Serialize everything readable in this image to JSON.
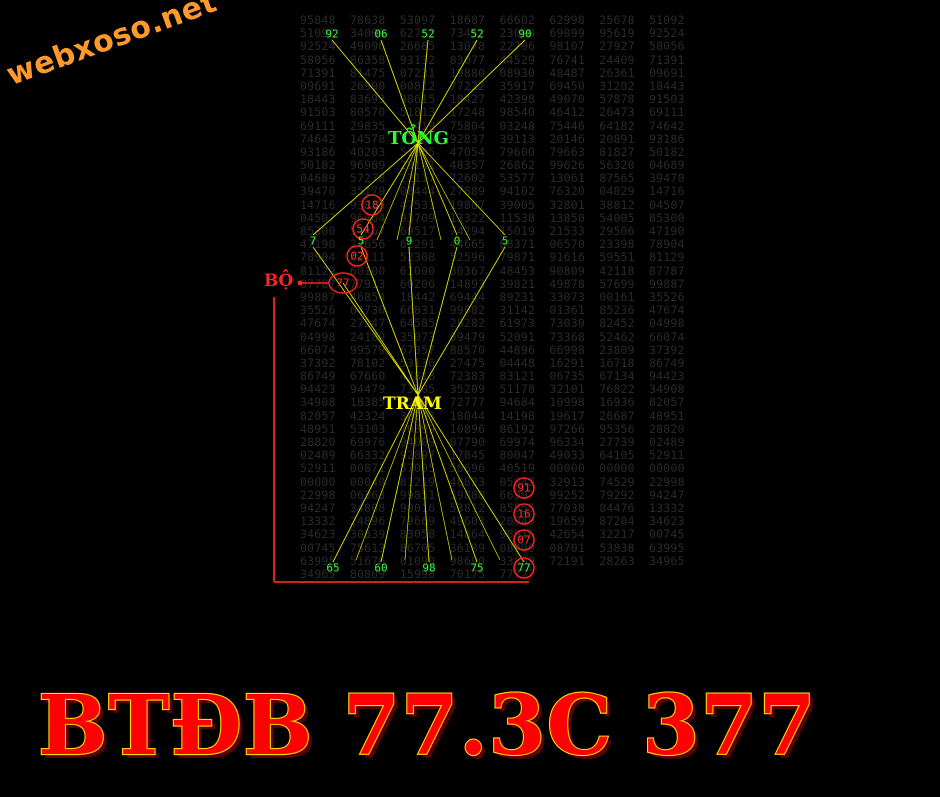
{
  "watermark": "webxoso.net",
  "labels": {
    "tong": "TỔNG",
    "tram": "TRAM",
    "bo": "BỘ"
  },
  "banner": "BTĐB 77.3C 377",
  "colors": {
    "grid_text": "#2a2a2a",
    "top_numbers": "#33ff33",
    "circle_marks": "#ff2020",
    "tong_label": "#22ff33",
    "tram_label": "#ffff00",
    "lines": "#e6e600",
    "banner_fill": "#ff0000",
    "banner_outline": "#ffd800",
    "watermark": "#ff9a2a"
  },
  "top_numbers": [
    "92",
    "06",
    "52",
    "52",
    "90"
  ],
  "middle_numbers": [
    "7",
    "5",
    "9",
    "0",
    "5"
  ],
  "bottom_numbers": [
    "65",
    "60",
    "98",
    "75",
    "77"
  ],
  "left_circles": [
    "18",
    "54",
    "02",
    "77"
  ],
  "right_circles": [
    "91",
    "16",
    "07"
  ],
  "grid_rows": [
    [
      "95848",
      "78638",
      "53097",
      "18687",
      "66602",
      "62998",
      "25678",
      "51092"
    ],
    [
      "51092",
      "34006",
      "62752",
      "73452",
      "23090",
      "69099",
      "95619",
      "92524"
    ],
    [
      "92524",
      "49096",
      "26685",
      "13078",
      "22796",
      "98107",
      "27927",
      "58056"
    ],
    [
      "58056",
      "86358",
      "93132",
      "83077",
      "44529",
      "76741",
      "24409",
      "71391"
    ],
    [
      "71391",
      "81475",
      "07231",
      "19880",
      "08930",
      "48487",
      "26361",
      "09691"
    ],
    [
      "09691",
      "26990",
      "00812",
      "77222",
      "35917",
      "69450",
      "31202",
      "18443"
    ],
    [
      "18443",
      "83693",
      "98615",
      "18427",
      "42398",
      "49070",
      "57878",
      "91503"
    ],
    [
      "91503",
      "80570",
      "51813",
      "17248",
      "98540",
      "46412",
      "26473",
      "69111"
    ],
    [
      "69111",
      "29835",
      "32419",
      "75804",
      "03248",
      "75446",
      "64182",
      "74642"
    ],
    [
      "74642",
      "14578",
      "12485",
      "92837",
      "39113",
      "20146",
      "20891",
      "93186"
    ],
    [
      "93186",
      "40203",
      "51085",
      "47054",
      "79600",
      "79663",
      "81827",
      "50182"
    ],
    [
      "50182",
      "96989",
      "29141",
      "48357",
      "26862",
      "99626",
      "56320",
      "04689"
    ],
    [
      "04689",
      "57278",
      "22117",
      "72602",
      "53577",
      "13061",
      "87565",
      "39470"
    ],
    [
      "39470",
      "35179",
      "08444",
      "27889",
      "94102",
      "76320",
      "04829",
      "14716"
    ],
    [
      "14716",
      "93813",
      "47531",
      "19887",
      "39005",
      "32801",
      "38812",
      "04507"
    ],
    [
      "04507",
      "96464",
      "93709",
      "13322",
      "11538",
      "13850",
      "54005",
      "85300"
    ],
    [
      "85300",
      "54467",
      "69517",
      "74294",
      "15019",
      "21533",
      "29506",
      "47190"
    ],
    [
      "47190",
      "24656",
      "62291",
      "44665",
      "68371",
      "06570",
      "23398",
      "78904"
    ],
    [
      "78904",
      "02111",
      "52308",
      "52596",
      "79871",
      "91616",
      "59551",
      "81129"
    ],
    [
      "81129",
      "60100",
      "61000",
      "30367",
      "48453",
      "90809",
      "42118",
      "87787"
    ],
    [
      "87787",
      "77913",
      "60206",
      "14893",
      "39821",
      "49878",
      "57699",
      "99887"
    ],
    [
      "99887",
      "46854",
      "18442",
      "69444",
      "89231",
      "33073",
      "00161",
      "35526"
    ],
    [
      "35526",
      "64730",
      "66831",
      "99082",
      "31142",
      "01361",
      "85236",
      "47674"
    ],
    [
      "47674",
      "27247",
      "64585",
      "28282",
      "61973",
      "73030",
      "82452",
      "04998"
    ],
    [
      "04998",
      "24189",
      "35073",
      "09479",
      "52091",
      "73368",
      "52462",
      "66074"
    ],
    [
      "66074",
      "99579",
      "67357",
      "88570",
      "44896",
      "66998",
      "23809",
      "37392"
    ],
    [
      "37392",
      "78102",
      "53136",
      "27475",
      "04448",
      "16291",
      "16718",
      "86749"
    ],
    [
      "86749",
      "67660",
      "47818",
      "72383",
      "83121",
      "06735",
      "67134",
      "94423"
    ],
    [
      "94423",
      "94479",
      "73305",
      "35209",
      "51178",
      "32101",
      "76822",
      "34908"
    ],
    [
      "34908",
      "18385",
      "32091",
      "72777",
      "94684",
      "10998",
      "16936",
      "82057"
    ],
    [
      "82057",
      "42324",
      "30008",
      "18044",
      "14198",
      "19617",
      "26687",
      "48951"
    ],
    [
      "48951",
      "53103",
      "70899",
      "10896",
      "86192",
      "97266",
      "95356",
      "28820"
    ],
    [
      "28820",
      "69976",
      "94009",
      "07790",
      "69974",
      "96334",
      "27739",
      "02489"
    ],
    [
      "02489",
      "66332",
      "92897",
      "17845",
      "80047",
      "49033",
      "64105",
      "52911"
    ],
    [
      "52911",
      "00871",
      "57005",
      "58696",
      "40519",
      "00000",
      "00000",
      "00000"
    ],
    [
      "00000",
      "00040",
      "81219",
      "48823",
      "05642",
      "32913",
      "74529",
      "22998"
    ],
    [
      "22998",
      "06363",
      "99851",
      "59888",
      "66997",
      "99252",
      "79292",
      "94247"
    ],
    [
      "94247",
      "34808",
      "90016",
      "53812",
      "85555",
      "77038",
      "84476",
      "13332"
    ],
    [
      "13332",
      "24896",
      "79669",
      "49603",
      "20049",
      "19659",
      "87204",
      "34623"
    ],
    [
      "34623",
      "30839",
      "83058",
      "14864",
      "98016",
      "42654",
      "32217",
      "00745"
    ],
    [
      "00745",
      "75613",
      "86705",
      "36189",
      "08999",
      "08701",
      "53838",
      "63995"
    ],
    [
      "63995",
      "51676",
      "01090",
      "98690",
      "33809",
      "72191",
      "28263",
      "34965"
    ],
    [
      "34965",
      "80809",
      "15998",
      "70175",
      "77777",
      "",
      "",
      ""
    ]
  ]
}
